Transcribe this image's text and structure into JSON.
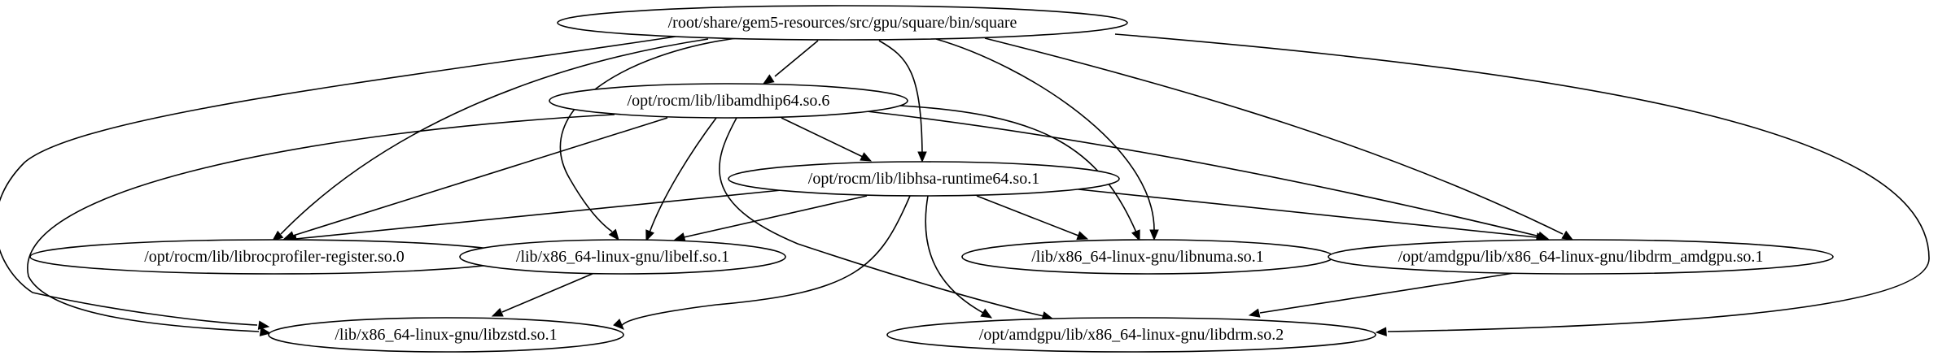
{
  "graph": {
    "nodes": [
      {
        "id": "square",
        "label": "/root/share/gem5-resources/src/gpu/square/bin/square"
      },
      {
        "id": "libamdhip64",
        "label": "/opt/rocm/lib/libamdhip64.so.6"
      },
      {
        "id": "libhsa",
        "label": "/opt/rocm/lib/libhsa-runtime64.so.1"
      },
      {
        "id": "librocprofiler",
        "label": "/opt/rocm/lib/librocprofiler-register.so.0"
      },
      {
        "id": "libelf",
        "label": "/lib/x86_64-linux-gnu/libelf.so.1"
      },
      {
        "id": "libnuma",
        "label": "/lib/x86_64-linux-gnu/libnuma.so.1"
      },
      {
        "id": "libdrm_amdgpu",
        "label": "/opt/amdgpu/lib/x86_64-linux-gnu/libdrm_amdgpu.so.1"
      },
      {
        "id": "libzstd",
        "label": "/lib/x86_64-linux-gnu/libzstd.so.1"
      },
      {
        "id": "libdrm",
        "label": "/opt/amdgpu/lib/x86_64-linux-gnu/libdrm.so.2"
      }
    ],
    "edges": [
      {
        "from": "square",
        "to": "libamdhip64"
      },
      {
        "from": "square",
        "to": "libhsa"
      },
      {
        "from": "square",
        "to": "librocprofiler"
      },
      {
        "from": "square",
        "to": "libelf"
      },
      {
        "from": "square",
        "to": "libnuma"
      },
      {
        "from": "square",
        "to": "libdrm_amdgpu"
      },
      {
        "from": "square",
        "to": "libzstd"
      },
      {
        "from": "square",
        "to": "libdrm"
      },
      {
        "from": "libamdhip64",
        "to": "libhsa"
      },
      {
        "from": "libamdhip64",
        "to": "librocprofiler"
      },
      {
        "from": "libamdhip64",
        "to": "libelf"
      },
      {
        "from": "libamdhip64",
        "to": "libnuma"
      },
      {
        "from": "libamdhip64",
        "to": "libdrm_amdgpu"
      },
      {
        "from": "libamdhip64",
        "to": "libzstd"
      },
      {
        "from": "libamdhip64",
        "to": "libdrm"
      },
      {
        "from": "libhsa",
        "to": "librocprofiler"
      },
      {
        "from": "libhsa",
        "to": "libelf"
      },
      {
        "from": "libhsa",
        "to": "libnuma"
      },
      {
        "from": "libhsa",
        "to": "libdrm_amdgpu"
      },
      {
        "from": "libhsa",
        "to": "libzstd"
      },
      {
        "from": "libhsa",
        "to": "libdrm"
      },
      {
        "from": "libelf",
        "to": "libzstd"
      },
      {
        "from": "libdrm_amdgpu",
        "to": "libdrm"
      }
    ]
  }
}
